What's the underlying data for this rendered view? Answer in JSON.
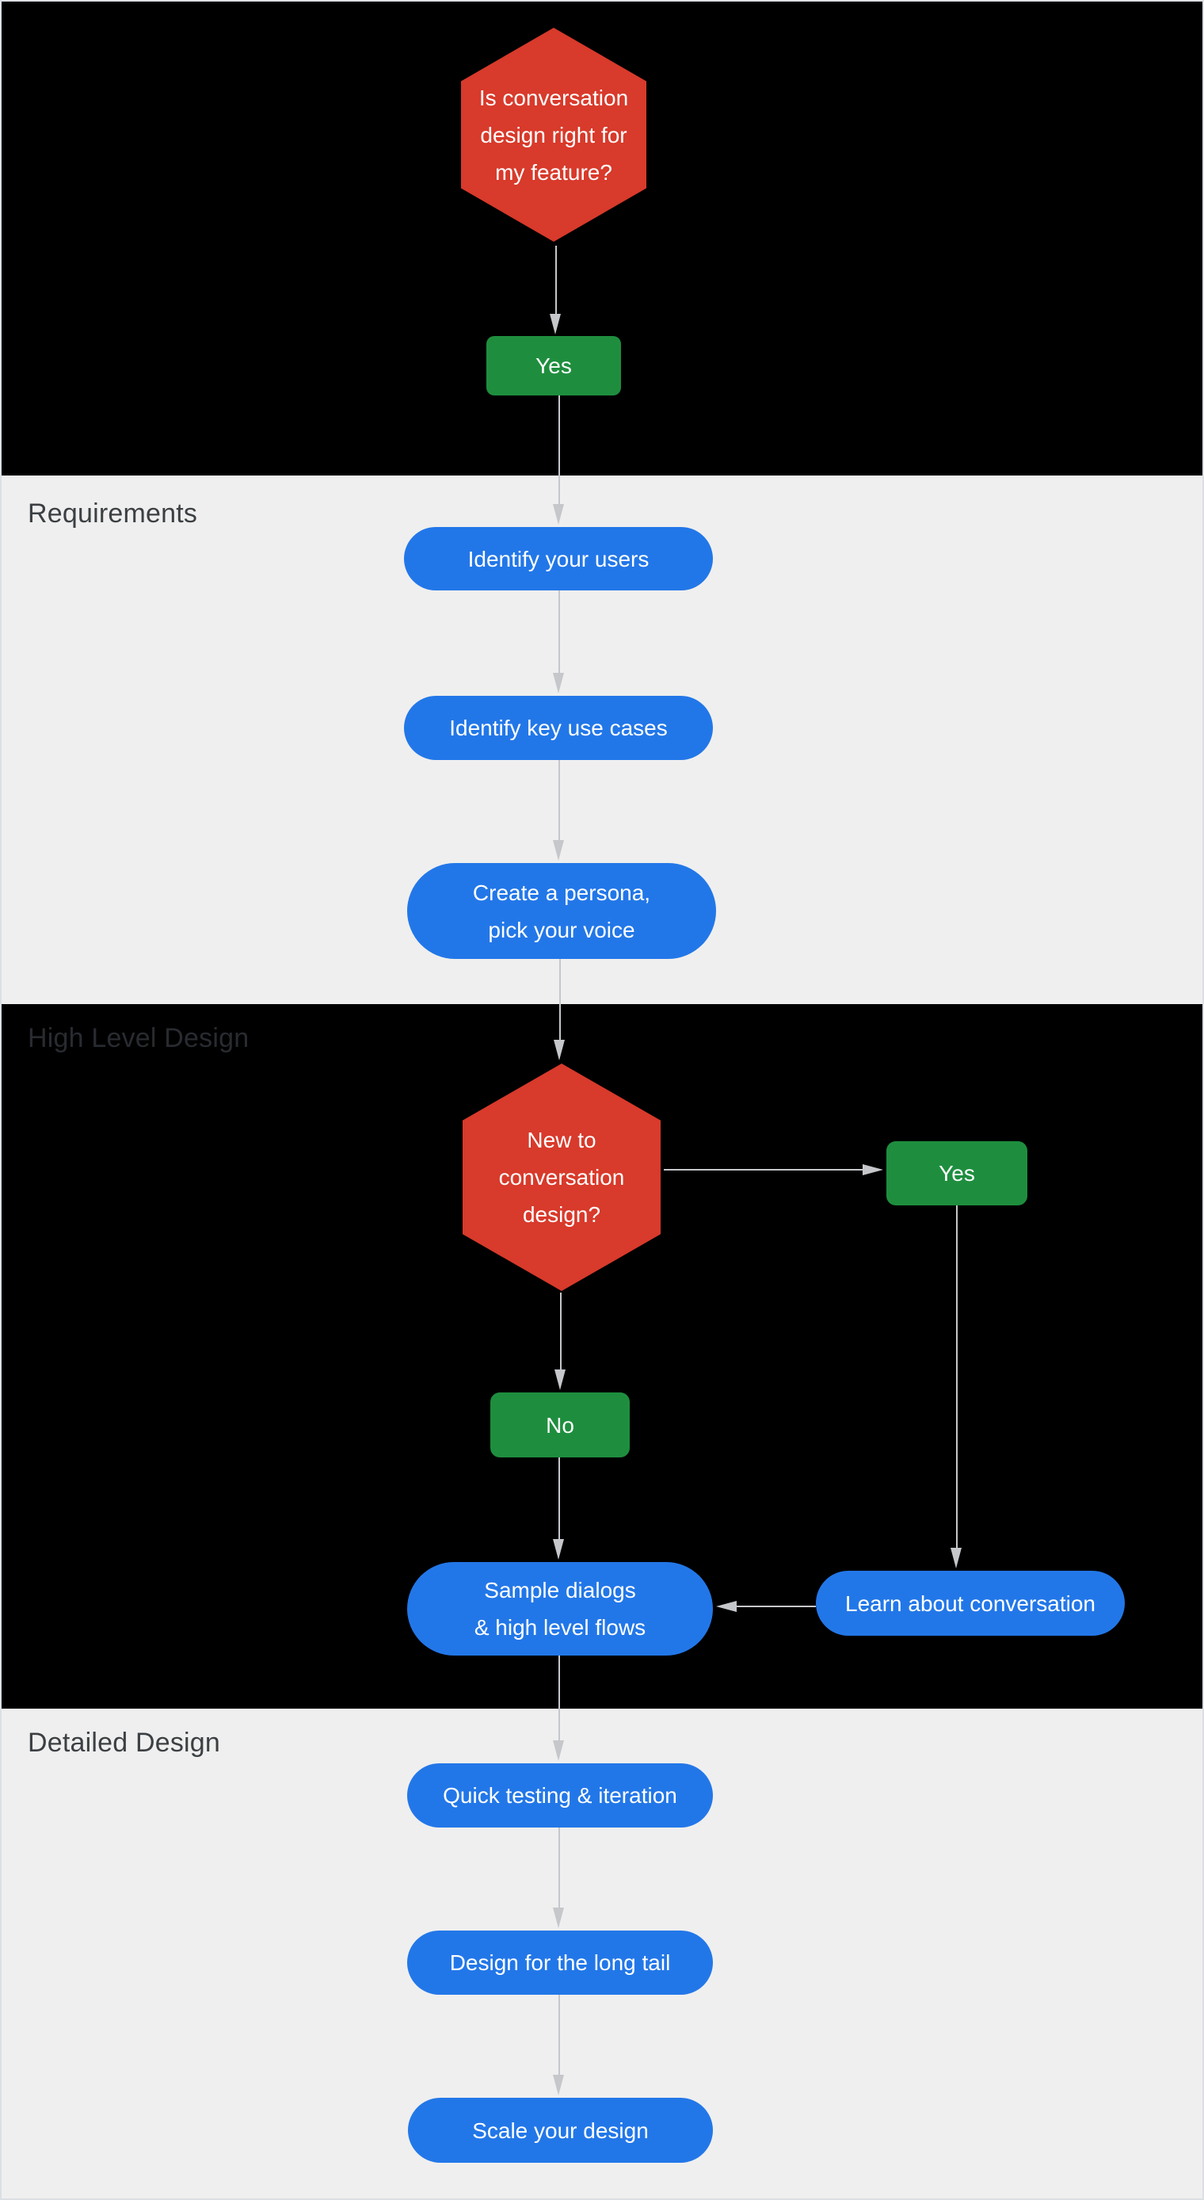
{
  "colors": {
    "red": "#D83A2B",
    "green": "#1E8E3E",
    "blue": "#2277E8",
    "section_dark": "#000000",
    "section_light": "#EFEFEF",
    "arrow": "#C5C7CA",
    "header_text": "#3C4043",
    "header_text_dim": "#282B30",
    "node_text": "#FFFFFF",
    "canvas_border": "#DCDFE3"
  },
  "sections": {
    "requirements": {
      "label": "Requirements"
    },
    "high_level_design": {
      "label": "High Level Design"
    },
    "detailed_design": {
      "label": "Detailed Design"
    }
  },
  "nodes": {
    "decision_fit": {
      "lines": [
        "Is conversation",
        "design right for",
        "my feature?"
      ]
    },
    "fit_yes": {
      "label": "Yes"
    },
    "identify_users": {
      "label": "Identify your users"
    },
    "identify_use_cases": {
      "label": "Identify key use cases"
    },
    "create_persona": {
      "lines": [
        "Create a persona,",
        "pick your voice"
      ]
    },
    "decision_new": {
      "lines": [
        "New to",
        "conversation",
        "design?"
      ]
    },
    "new_yes": {
      "label": "Yes"
    },
    "new_no": {
      "label": "No"
    },
    "sample_dialogs": {
      "lines": [
        "Sample dialogs",
        "& high level flows"
      ]
    },
    "learn_conversation": {
      "label": "Learn about conversation"
    },
    "quick_testing": {
      "label": "Quick testing & iteration"
    },
    "long_tail": {
      "label": "Design for the long tail"
    },
    "scale_design": {
      "label": "Scale your design"
    }
  }
}
